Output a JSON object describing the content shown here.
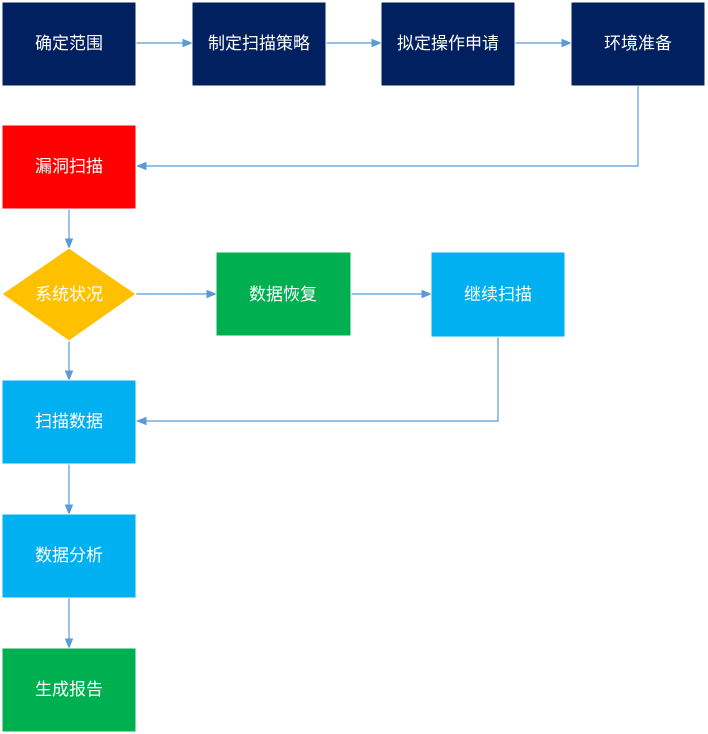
{
  "colors": {
    "navy": "#002060",
    "red": "#ff0000",
    "yellow": "#ffc000",
    "green": "#00b050",
    "sky": "#00b0f0",
    "connector": "#5b9bd5"
  },
  "nodes": {
    "determine_scope": {
      "label": "确定范围",
      "shape": "rect",
      "color": "#002060"
    },
    "scan_strategy": {
      "label": "制定扫描策略",
      "shape": "rect",
      "color": "#002060"
    },
    "operation_request": {
      "label": "拟定操作申请",
      "shape": "rect",
      "color": "#002060"
    },
    "env_prep": {
      "label": "环境准备",
      "shape": "rect",
      "color": "#002060"
    },
    "vuln_scan": {
      "label": "漏洞扫描",
      "shape": "rect",
      "color": "#ff0000"
    },
    "system_status": {
      "label": "系统状况",
      "shape": "diamond",
      "color": "#ffc000"
    },
    "data_recovery": {
      "label": "数据恢复",
      "shape": "rect",
      "color": "#00b050"
    },
    "continue_scan": {
      "label": "继续扫描",
      "shape": "rect",
      "color": "#00b0f0"
    },
    "scan_data": {
      "label": "扫描数据",
      "shape": "rect",
      "color": "#00b0f0"
    },
    "data_analysis": {
      "label": "数据分析",
      "shape": "rect",
      "color": "#00b0f0"
    },
    "gen_report": {
      "label": "生成报告",
      "shape": "rect",
      "color": "#00b050"
    }
  },
  "edges": [
    {
      "from": "determine_scope",
      "to": "scan_strategy"
    },
    {
      "from": "scan_strategy",
      "to": "operation_request"
    },
    {
      "from": "operation_request",
      "to": "env_prep"
    },
    {
      "from": "env_prep",
      "to": "vuln_scan"
    },
    {
      "from": "vuln_scan",
      "to": "system_status"
    },
    {
      "from": "system_status",
      "to": "data_recovery"
    },
    {
      "from": "data_recovery",
      "to": "continue_scan"
    },
    {
      "from": "system_status",
      "to": "scan_data"
    },
    {
      "from": "continue_scan",
      "to": "scan_data"
    },
    {
      "from": "scan_data",
      "to": "data_analysis"
    },
    {
      "from": "data_analysis",
      "to": "gen_report"
    }
  ]
}
